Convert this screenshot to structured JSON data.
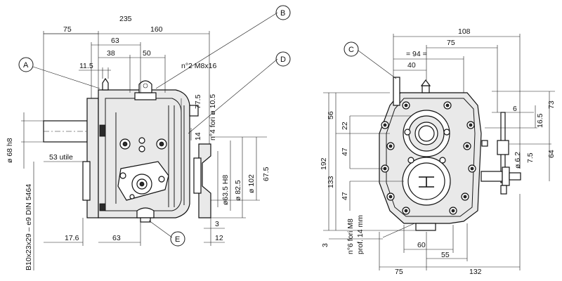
{
  "callouts": {
    "a": "A",
    "b": "B",
    "c": "C",
    "d": "D",
    "e": "E"
  },
  "left_view": {
    "dims_top": {
      "d235": "235",
      "d75": "75",
      "d160": "160",
      "d63": "63",
      "d38": "38",
      "d50": "50",
      "d11_5": "11.5"
    },
    "note_m8": "n°2  M8x16",
    "note_m10": "n°4  fori  ø 10.5",
    "dims_right": {
      "d77_5": "77.5",
      "d14": "14",
      "d63_5_h8": "ø63.5 H8",
      "d82_5": "ø 82.5",
      "d102": "ø 102",
      "d67_5": "67.5"
    },
    "dims_left": {
      "d68_h8": "ø 68 h8",
      "d53": "53  utile",
      "spline": "B10x23x29 – e9 DIN 5464"
    },
    "dims_bottom": {
      "d17_6": "17.6",
      "d63b": "63",
      "d3": "3",
      "d12": "12"
    }
  },
  "right_view": {
    "dims_top": {
      "d108": "108",
      "d75": "75",
      "d94": "= 94 =",
      "d40": "40"
    },
    "dims_left": {
      "d192": "192",
      "d56": "56",
      "d22": "22",
      "d47a": "47",
      "d133": "133",
      "d47b": "47",
      "d3": "3"
    },
    "note_bottom": "n°6  fori  M8",
    "note_bottom2": "prof. 14  mm",
    "dims_right": {
      "d6": "6",
      "d16_5": "16.5",
      "d73": "73",
      "d64": "64",
      "d7_5": "7.5",
      "d6_2": "ø 6.2"
    },
    "dims_bottom": {
      "d60": "60",
      "d55": "55",
      "d75": "75",
      "d132": "132"
    }
  }
}
